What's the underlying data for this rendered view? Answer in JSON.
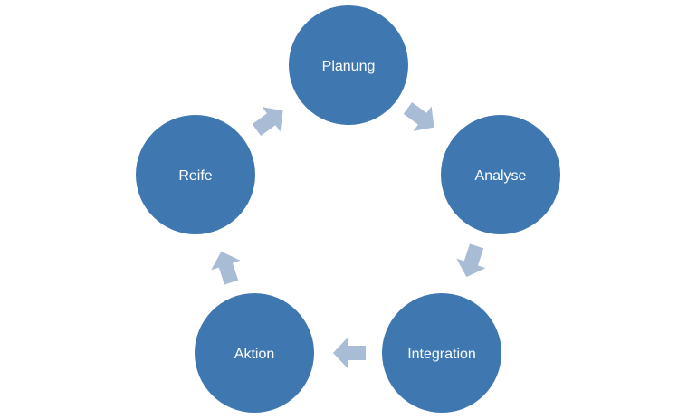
{
  "diagram": {
    "type": "cycle",
    "nodes": [
      {
        "label": "Planung"
      },
      {
        "label": "Analyse"
      },
      {
        "label": "Integration"
      },
      {
        "label": "Aktion"
      },
      {
        "label": "Reife"
      }
    ],
    "edges": [
      {
        "from": "Planung",
        "to": "Analyse"
      },
      {
        "from": "Analyse",
        "to": "Integration"
      },
      {
        "from": "Integration",
        "to": "Aktion"
      },
      {
        "from": "Aktion",
        "to": "Reife"
      },
      {
        "from": "Reife",
        "to": "Planung"
      }
    ],
    "colors": {
      "node": "#3f78b1",
      "arrow": "#a9bcd5",
      "text": "#ffffff"
    }
  }
}
